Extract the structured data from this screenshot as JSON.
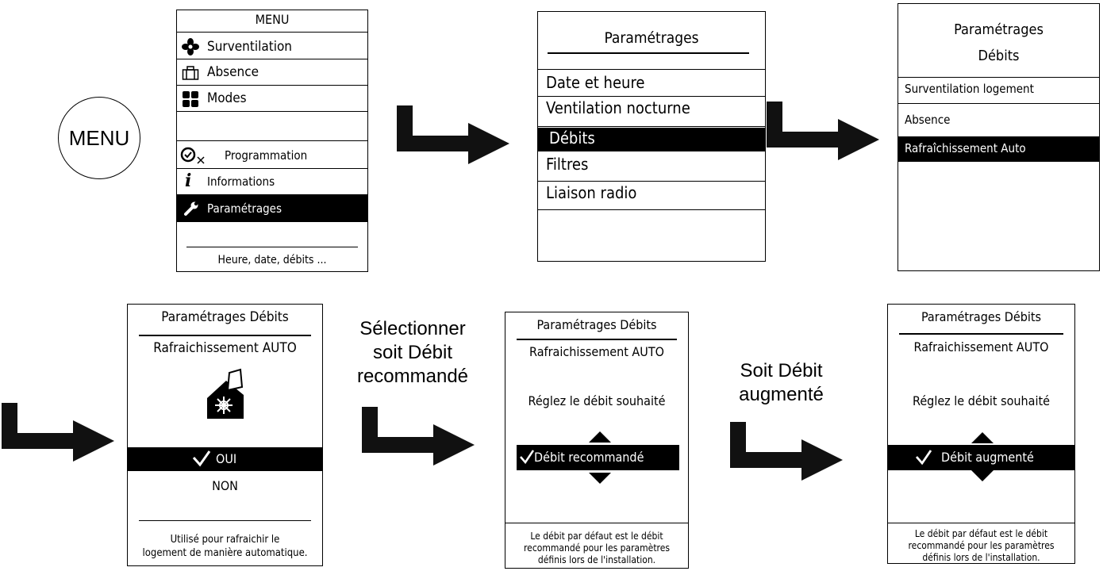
{
  "menu_button": {
    "label": "MENU"
  },
  "screen1": {
    "title": "MENU",
    "items": [
      {
        "label": "Surventilation",
        "icon": "fan-icon"
      },
      {
        "label": "Absence",
        "icon": "suitcase-icon"
      },
      {
        "label": "Modes",
        "icon": "modes-grid-icon"
      },
      {
        "label": "",
        "icon": ""
      },
      {
        "label": "Programmation",
        "icon": "clock-check-icon"
      },
      {
        "label": "Informations",
        "icon": "info-icon"
      },
      {
        "label": "Paramétrages",
        "icon": "wrench-icon",
        "selected": true
      }
    ],
    "footer": "Heure, date, débits ..."
  },
  "screen2": {
    "title": "Paramétrages",
    "items": [
      "Date et heure",
      "Ventilation nocturne",
      "Débits",
      "Filtres",
      "Liaison radio"
    ],
    "selected": "Débits"
  },
  "screen3": {
    "title_line1": "Paramétrages",
    "title_line2": "Débits",
    "items": [
      "Surventilation logement",
      "Absence",
      "Rafraîchissement Auto"
    ],
    "selected": "Rafraîchissement Auto"
  },
  "screen4": {
    "title": "Paramétrages Débits",
    "subtitle": "Rafraichissement AUTO",
    "icon": "house-snowflake-icon",
    "option_yes": "OUI",
    "option_no": "NON",
    "footer_line1": "Utilisé pour rafraichir le",
    "footer_line2": "logement de manière automatique."
  },
  "caption1": {
    "line1": "Sélectionner",
    "line2": "soit Débit",
    "line3": "recommandé"
  },
  "screen5": {
    "title": "Paramétrages Débits",
    "subtitle": "Rafraichissement AUTO",
    "prompt": "Réglez le débit souhaité",
    "value": "Débit recommandé",
    "footer_line1": "Le débit par défaut est le débit",
    "footer_line2": "recommandé pour les paramètres",
    "footer_line3": "définis lors de l'installation."
  },
  "caption2": {
    "line1": "Soit Débit",
    "line2": "augmenté"
  },
  "screen6": {
    "title": "Paramétrages Débits",
    "subtitle": "Rafraichissement AUTO",
    "prompt": "Réglez le débit souhaité",
    "value": "Débit augmenté",
    "footer_line1": "Le débit par défaut est le débit",
    "footer_line2": "recommandé pour les paramètres",
    "footer_line3": "définis lors de l'installation."
  }
}
